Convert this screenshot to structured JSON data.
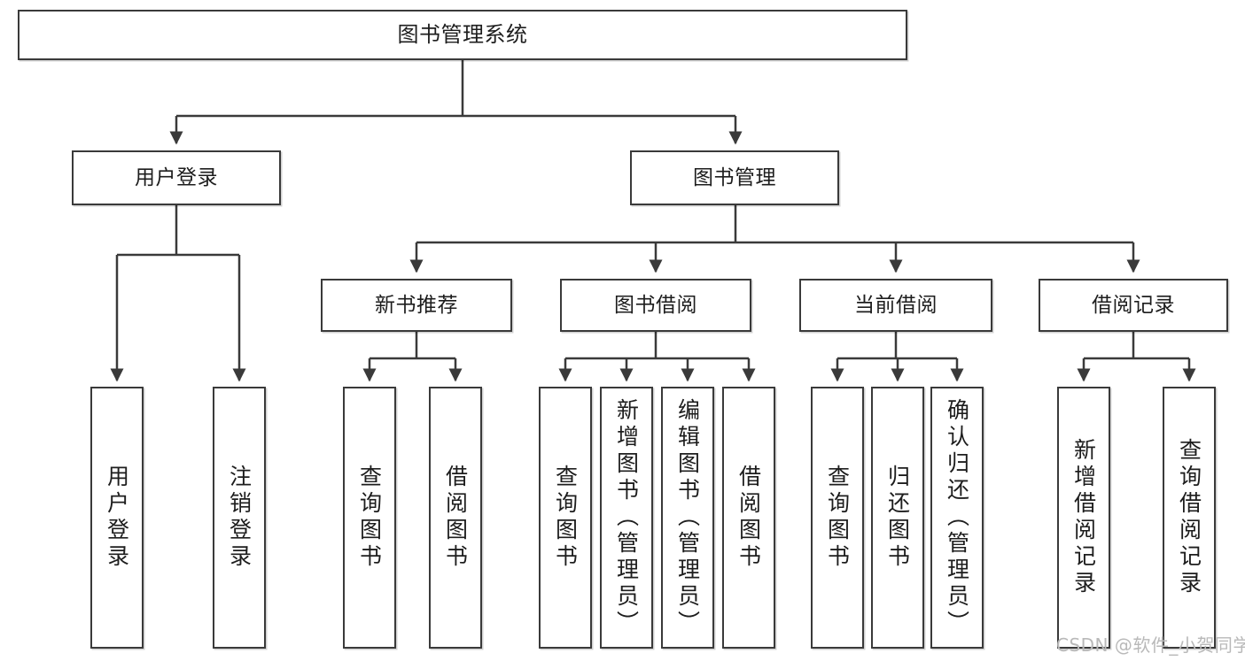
{
  "diagram": {
    "title": "图书管理系统",
    "type": "tree-hierarchy",
    "watermark": "CSDN @软件_小贺同学",
    "colors": {
      "stroke": "#3a3a3a",
      "fill": "#ffffff",
      "text": "#1d1d1d",
      "watermark": "#b9b9b9"
    },
    "nodes": {
      "root": {
        "label": "图书管理系统"
      },
      "level2": [
        {
          "label": "用户登录"
        },
        {
          "label": "图书管理"
        }
      ],
      "level3": [
        {
          "label": "新书推荐"
        },
        {
          "label": "图书借阅"
        },
        {
          "label": "当前借阅"
        },
        {
          "label": "借阅记录"
        }
      ],
      "leaves": {
        "user_login": [
          {
            "label": "用户登录"
          },
          {
            "label": "注销登录"
          }
        ],
        "new_book": [
          {
            "label": "查询图书"
          },
          {
            "label": "借阅图书"
          }
        ],
        "book_borrow": [
          {
            "label": "查询图书"
          },
          {
            "label": "新增图书（管理员）"
          },
          {
            "label": "编辑图书（管理员）"
          },
          {
            "label": "借阅图书"
          }
        ],
        "current_borrow": [
          {
            "label": "查询图书"
          },
          {
            "label": "归还图书"
          },
          {
            "label": "确认归还（管理员）"
          }
        ],
        "borrow_record": [
          {
            "label": "新增借阅记录"
          },
          {
            "label": "查询借阅记录"
          }
        ]
      }
    }
  }
}
